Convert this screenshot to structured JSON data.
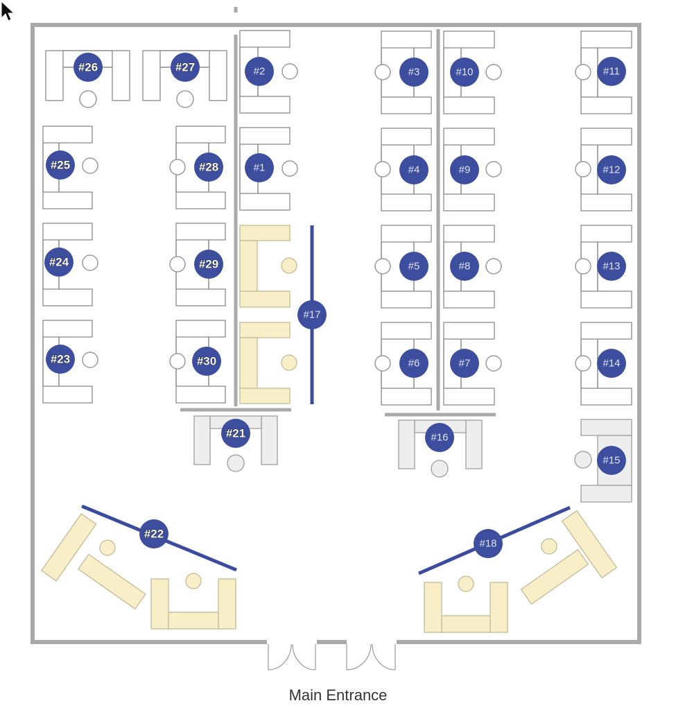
{
  "title": "Office Floor Plan",
  "entrance_label": "Main Entrance",
  "colors": {
    "marker": "#3d4e9f",
    "lounge": "#f8efc8",
    "wall": "#a9a9a9"
  },
  "workstations": {
    "w1": "#1",
    "w2": "#2",
    "w3": "#3",
    "w4": "#4",
    "w5": "#5",
    "w6": "#6",
    "w7": "#7",
    "w8": "#8",
    "w9": "#9",
    "w10": "#10",
    "w11": "#11",
    "w12": "#12",
    "w13": "#13",
    "w14": "#14",
    "w15": "#15",
    "w16": "#16",
    "w17": "#17",
    "w18": "#18",
    "w21": "#21",
    "w22": "#22",
    "w23": "#23",
    "w24": "#24",
    "w25": "#25",
    "w26": "#26",
    "w27": "#27",
    "w28": "#28",
    "w29": "#29",
    "w30": "#30"
  }
}
